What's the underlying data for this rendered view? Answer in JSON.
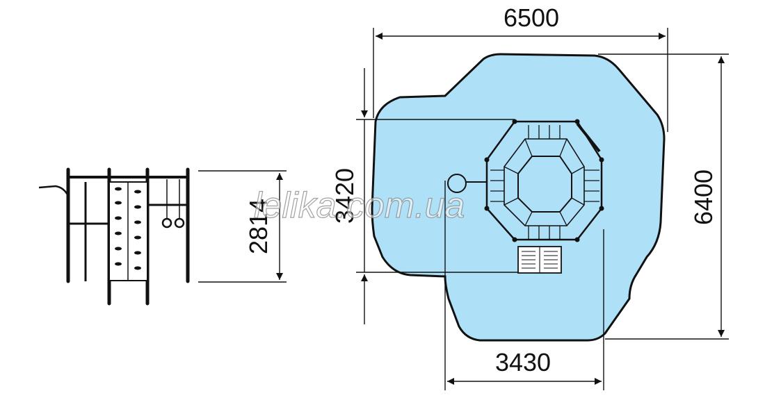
{
  "dimensions": {
    "overall_width": "6500",
    "overall_depth": "6400",
    "structure_depth": "3420",
    "bottom_width": "3430",
    "side_height": "2814"
  },
  "watermark": "lelika.com.ua",
  "colors": {
    "safety_zone_fill": "#aee0f7",
    "line": "#111111",
    "watermark_fill": "#ffffff"
  }
}
